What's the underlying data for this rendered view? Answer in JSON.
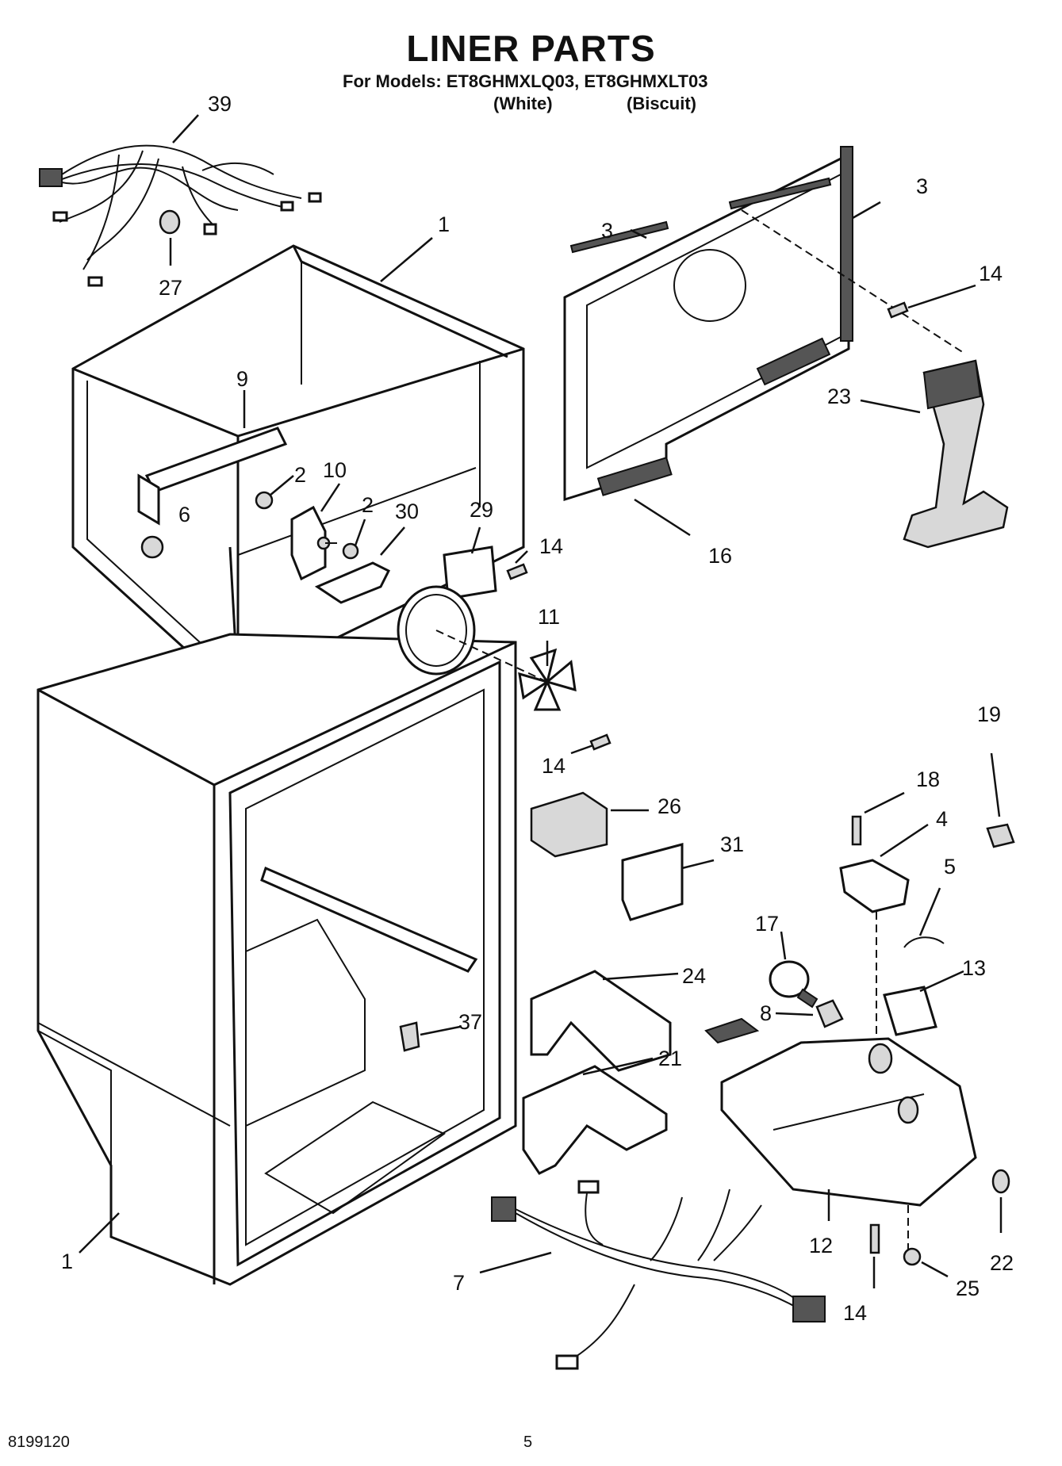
{
  "header": {
    "title": "LINER PARTS",
    "models_line": "For Models: ET8GHMXLQ03, ET8GHMXLT03",
    "variant_white": "(White)",
    "variant_biscuit": "(Biscuit)"
  },
  "callouts": [
    {
      "id": "c39",
      "text": "39"
    },
    {
      "id": "c27",
      "text": "27"
    },
    {
      "id": "c1a",
      "text": "1"
    },
    {
      "id": "c9",
      "text": "9"
    },
    {
      "id": "c2a",
      "text": "2"
    },
    {
      "id": "c10",
      "text": "10"
    },
    {
      "id": "c2b",
      "text": "2"
    },
    {
      "id": "c30",
      "text": "30"
    },
    {
      "id": "c29",
      "text": "29"
    },
    {
      "id": "c6",
      "text": "6"
    },
    {
      "id": "c14a",
      "text": "14"
    },
    {
      "id": "c11",
      "text": "11"
    },
    {
      "id": "c14b",
      "text": "14"
    },
    {
      "id": "c3a",
      "text": "3"
    },
    {
      "id": "c3b",
      "text": "3"
    },
    {
      "id": "c14c",
      "text": "14"
    },
    {
      "id": "c23",
      "text": "23"
    },
    {
      "id": "c16",
      "text": "16"
    },
    {
      "id": "c19",
      "text": "19"
    },
    {
      "id": "c18",
      "text": "18"
    },
    {
      "id": "c4",
      "text": "4"
    },
    {
      "id": "c26",
      "text": "26"
    },
    {
      "id": "c31",
      "text": "31"
    },
    {
      "id": "c5",
      "text": "5"
    },
    {
      "id": "c17",
      "text": "17"
    },
    {
      "id": "c13",
      "text": "13"
    },
    {
      "id": "c24",
      "text": "24"
    },
    {
      "id": "c8",
      "text": "8"
    },
    {
      "id": "c37",
      "text": "37"
    },
    {
      "id": "c21",
      "text": "21"
    },
    {
      "id": "c1b",
      "text": "1"
    },
    {
      "id": "c7",
      "text": "7"
    },
    {
      "id": "c12",
      "text": "12"
    },
    {
      "id": "c22",
      "text": "22"
    },
    {
      "id": "c14d",
      "text": "14"
    },
    {
      "id": "c25",
      "text": "25"
    }
  ],
  "footer": {
    "doc_number": "8199120",
    "page_number": "5"
  }
}
